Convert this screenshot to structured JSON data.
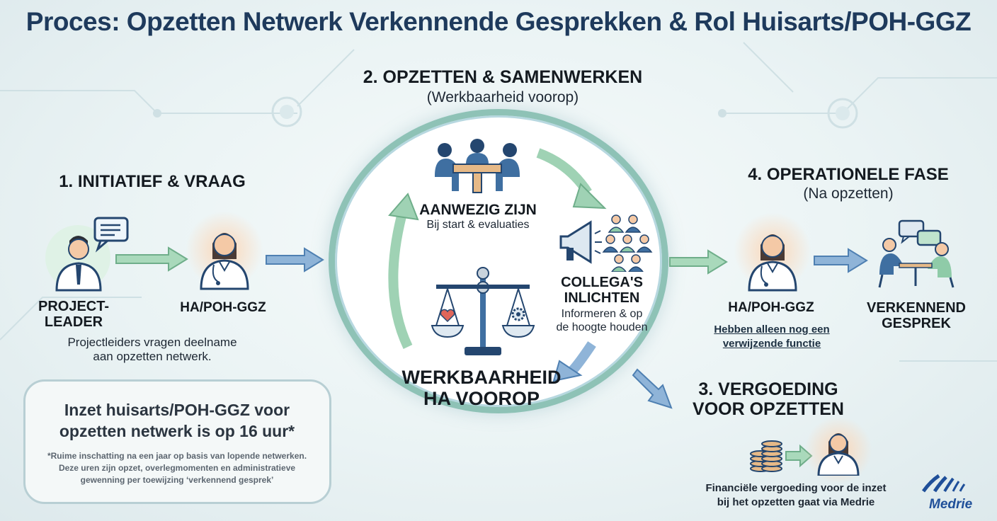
{
  "title": "Proces: Opzetten Netwerk Verkennende Gesprekken & Rol Huisarts/POH-GGZ",
  "step1": {
    "heading": "1. INITIATIEF & VRAAG",
    "projectleader_line1": "PROJECT-",
    "projectleader_line2": "LEADER",
    "ha_label": "HA/POH-GGZ",
    "desc_line1": "Projectleiders vragen deelname",
    "desc_line2": "aan opzetten netwerk."
  },
  "step2": {
    "heading": "2. OPZETTEN & SAMENWERKEN",
    "subheading": "(Werkbaarheid voorop)",
    "present_title": "AANWEZIG ZIJN",
    "present_sub": "Bij start & evaluaties",
    "inform_title1": "COLLEGA'S",
    "inform_title2": "INLICHTEN",
    "inform_sub1": "Informeren & op",
    "inform_sub2": "de hoogte houden",
    "workable_line1": "WERKBAARHEID",
    "workable_line2": "HA VOOROP"
  },
  "step3": {
    "heading_line1": "3. VERGOEDING",
    "heading_line2": "VOOR OPZETTEN",
    "desc_line1": "Financiële vergoeding voor de inzet",
    "desc_line2": "bij het opzetten gaat via Medrie"
  },
  "step4": {
    "heading": "4. OPERATIONELE FASE",
    "subheading": "(Na opzetten)",
    "ha_label": "HA/POH-GGZ",
    "note_line1": "Hebben alleen nog een",
    "note_line2": "verwijzende functie",
    "conversation_line1": "VERKENNEND",
    "conversation_line2": "GESPREK"
  },
  "infobox": {
    "main_line1": "Inzet huisarts/POH-GGZ voor",
    "main_line2": "opzetten netwerk is op 16 uur*",
    "foot_line1": "*Ruime inschatting na een jaar op basis van lopende netwerken.",
    "foot_line2": "Deze uren zijn opzet, overlegmomenten en administratieve",
    "foot_line3": "gewenning per toewijzing ‘verkennend gesprek’"
  },
  "logo": {
    "text": "Medrie"
  },
  "colors": {
    "title": "#1e3a5c",
    "green_arrow": "#8fcba8",
    "blue_arrow": "#5b8fbf",
    "circle_ring": "#8ec2b6",
    "navy": "#24466f",
    "skin": "#f4c9a6"
  },
  "icons": [
    "speech-bubble-icon",
    "doctor-icon",
    "meeting-table-icon",
    "megaphone-icon",
    "colleagues-group-icon",
    "balance-scale-icon",
    "heart-icon",
    "gear-icon",
    "coin-stack-icon",
    "chat-bubbles-icon",
    "medrie-logo-icon"
  ]
}
